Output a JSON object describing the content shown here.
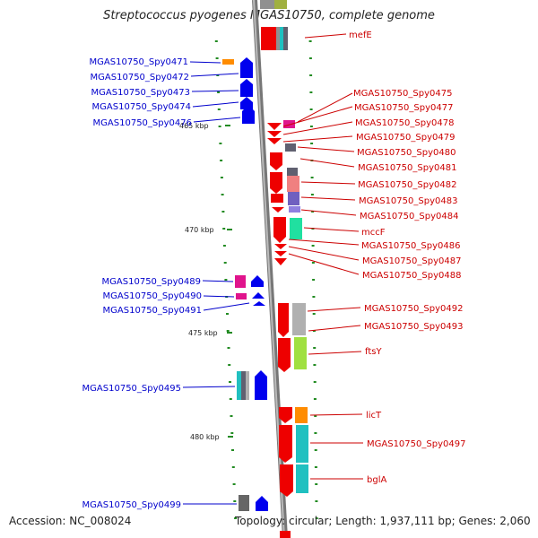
{
  "title": "Streptococcus pyogenes MGAS10750, complete genome",
  "accession": "Accession: NC_008024",
  "summary": "Topology: circular; Length: 1,937,111 bp; Genes: 2,060",
  "colors": {
    "left_label": "#0000cc",
    "right_label": "#cc0000",
    "backbone": "#888888",
    "tick": "#228b22"
  },
  "scale_labels": [
    "465 kbp",
    "470 kbp",
    "475 kbp",
    "480 kbp"
  ],
  "left_genes": [
    "MGAS10750_Spy0471",
    "MGAS10750_Spy0472",
    "MGAS10750_Spy0473",
    "MGAS10750_Spy0474",
    "MGAS10750_Spy0476",
    "MGAS10750_Spy0489",
    "MGAS10750_Spy0490",
    "MGAS10750_Spy0491",
    "MGAS10750_Spy0495",
    "MGAS10750_Spy0499"
  ],
  "right_genes": [
    "mefE",
    "MGAS10750_Spy0475",
    "MGAS10750_Spy0477",
    "MGAS10750_Spy0478",
    "MGAS10750_Spy0479",
    "MGAS10750_Spy0480",
    "MGAS10750_Spy0481",
    "MGAS10750_Spy0482",
    "MGAS10750_Spy0483",
    "MGAS10750_Spy0484",
    "mccF",
    "MGAS10750_Spy0486",
    "MGAS10750_Spy0487",
    "MGAS10750_Spy0488",
    "MGAS10750_Spy0492",
    "MGAS10750_Spy0493",
    "ftsY",
    "licT",
    "MGAS10750_Spy0497",
    "bglA"
  ]
}
